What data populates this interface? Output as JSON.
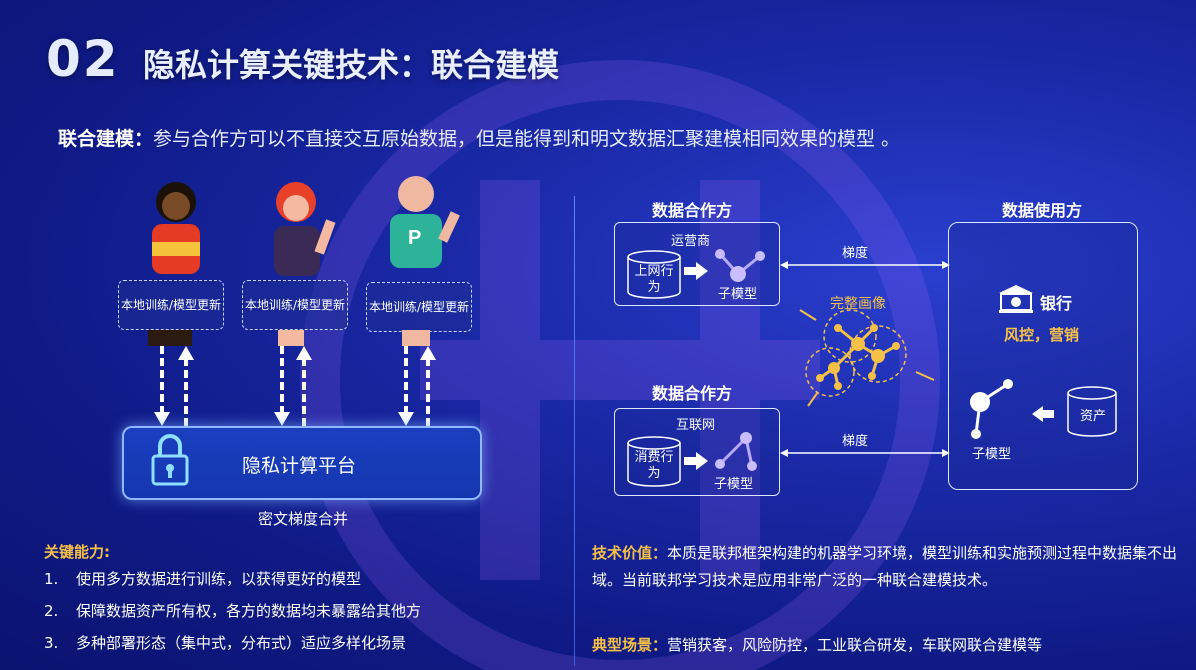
{
  "title": {
    "number": "02",
    "text": "隐私计算关键技术：联合建模"
  },
  "intro": {
    "label": "联合建模：",
    "text": "参与合作方可以不直接交互原始数据，但是能得到和明文数据汇聚建模相同效果的模型 。"
  },
  "left": {
    "train_boxes": [
      "本地训练/模型更新",
      "本地训练/模型更新",
      "本地训练/模型更新"
    ],
    "platform": "隐私计算平台",
    "merge": "密文梯度合并",
    "abilities_title": "关键能力:",
    "abilities": [
      {
        "num": "1.",
        "text": "使用多方数据进行训练，以获得更好的模型"
      },
      {
        "num": "2.",
        "text": "保障数据资产所有权，各方的数据均未暴露给其他方"
      },
      {
        "num": "3.",
        "text": "多种部署形态（集中式，分布式）适应多样化场景"
      }
    ]
  },
  "right": {
    "party1": {
      "title": "数据合作方",
      "org": "运营商",
      "data": "上网行为",
      "model": "子模型"
    },
    "party2": {
      "title": "数据合作方",
      "org": "互联网",
      "data": "消费行为",
      "model": "子模型"
    },
    "gradient1": "梯度",
    "gradient2": "梯度",
    "portrait": "完整画像",
    "user": {
      "title": "数据使用方",
      "bank": "银行",
      "use": "风控，营销",
      "model": "子模型",
      "asset": "资产"
    },
    "tech_label": "技术价值：",
    "tech_text": "本质是联邦框架构建的机器学习环境，模型训练和实施预测过程中数据集不出域。当前联邦学习技术是应用非常广泛的一种联合建模技术。",
    "scenario_label": "典型场景：",
    "scenario_text": "营销获客，风险防控，工业联合研发，车联网联合建模等"
  },
  "colors": {
    "accent": "#f5c046",
    "bg": "#1a2aa8"
  }
}
